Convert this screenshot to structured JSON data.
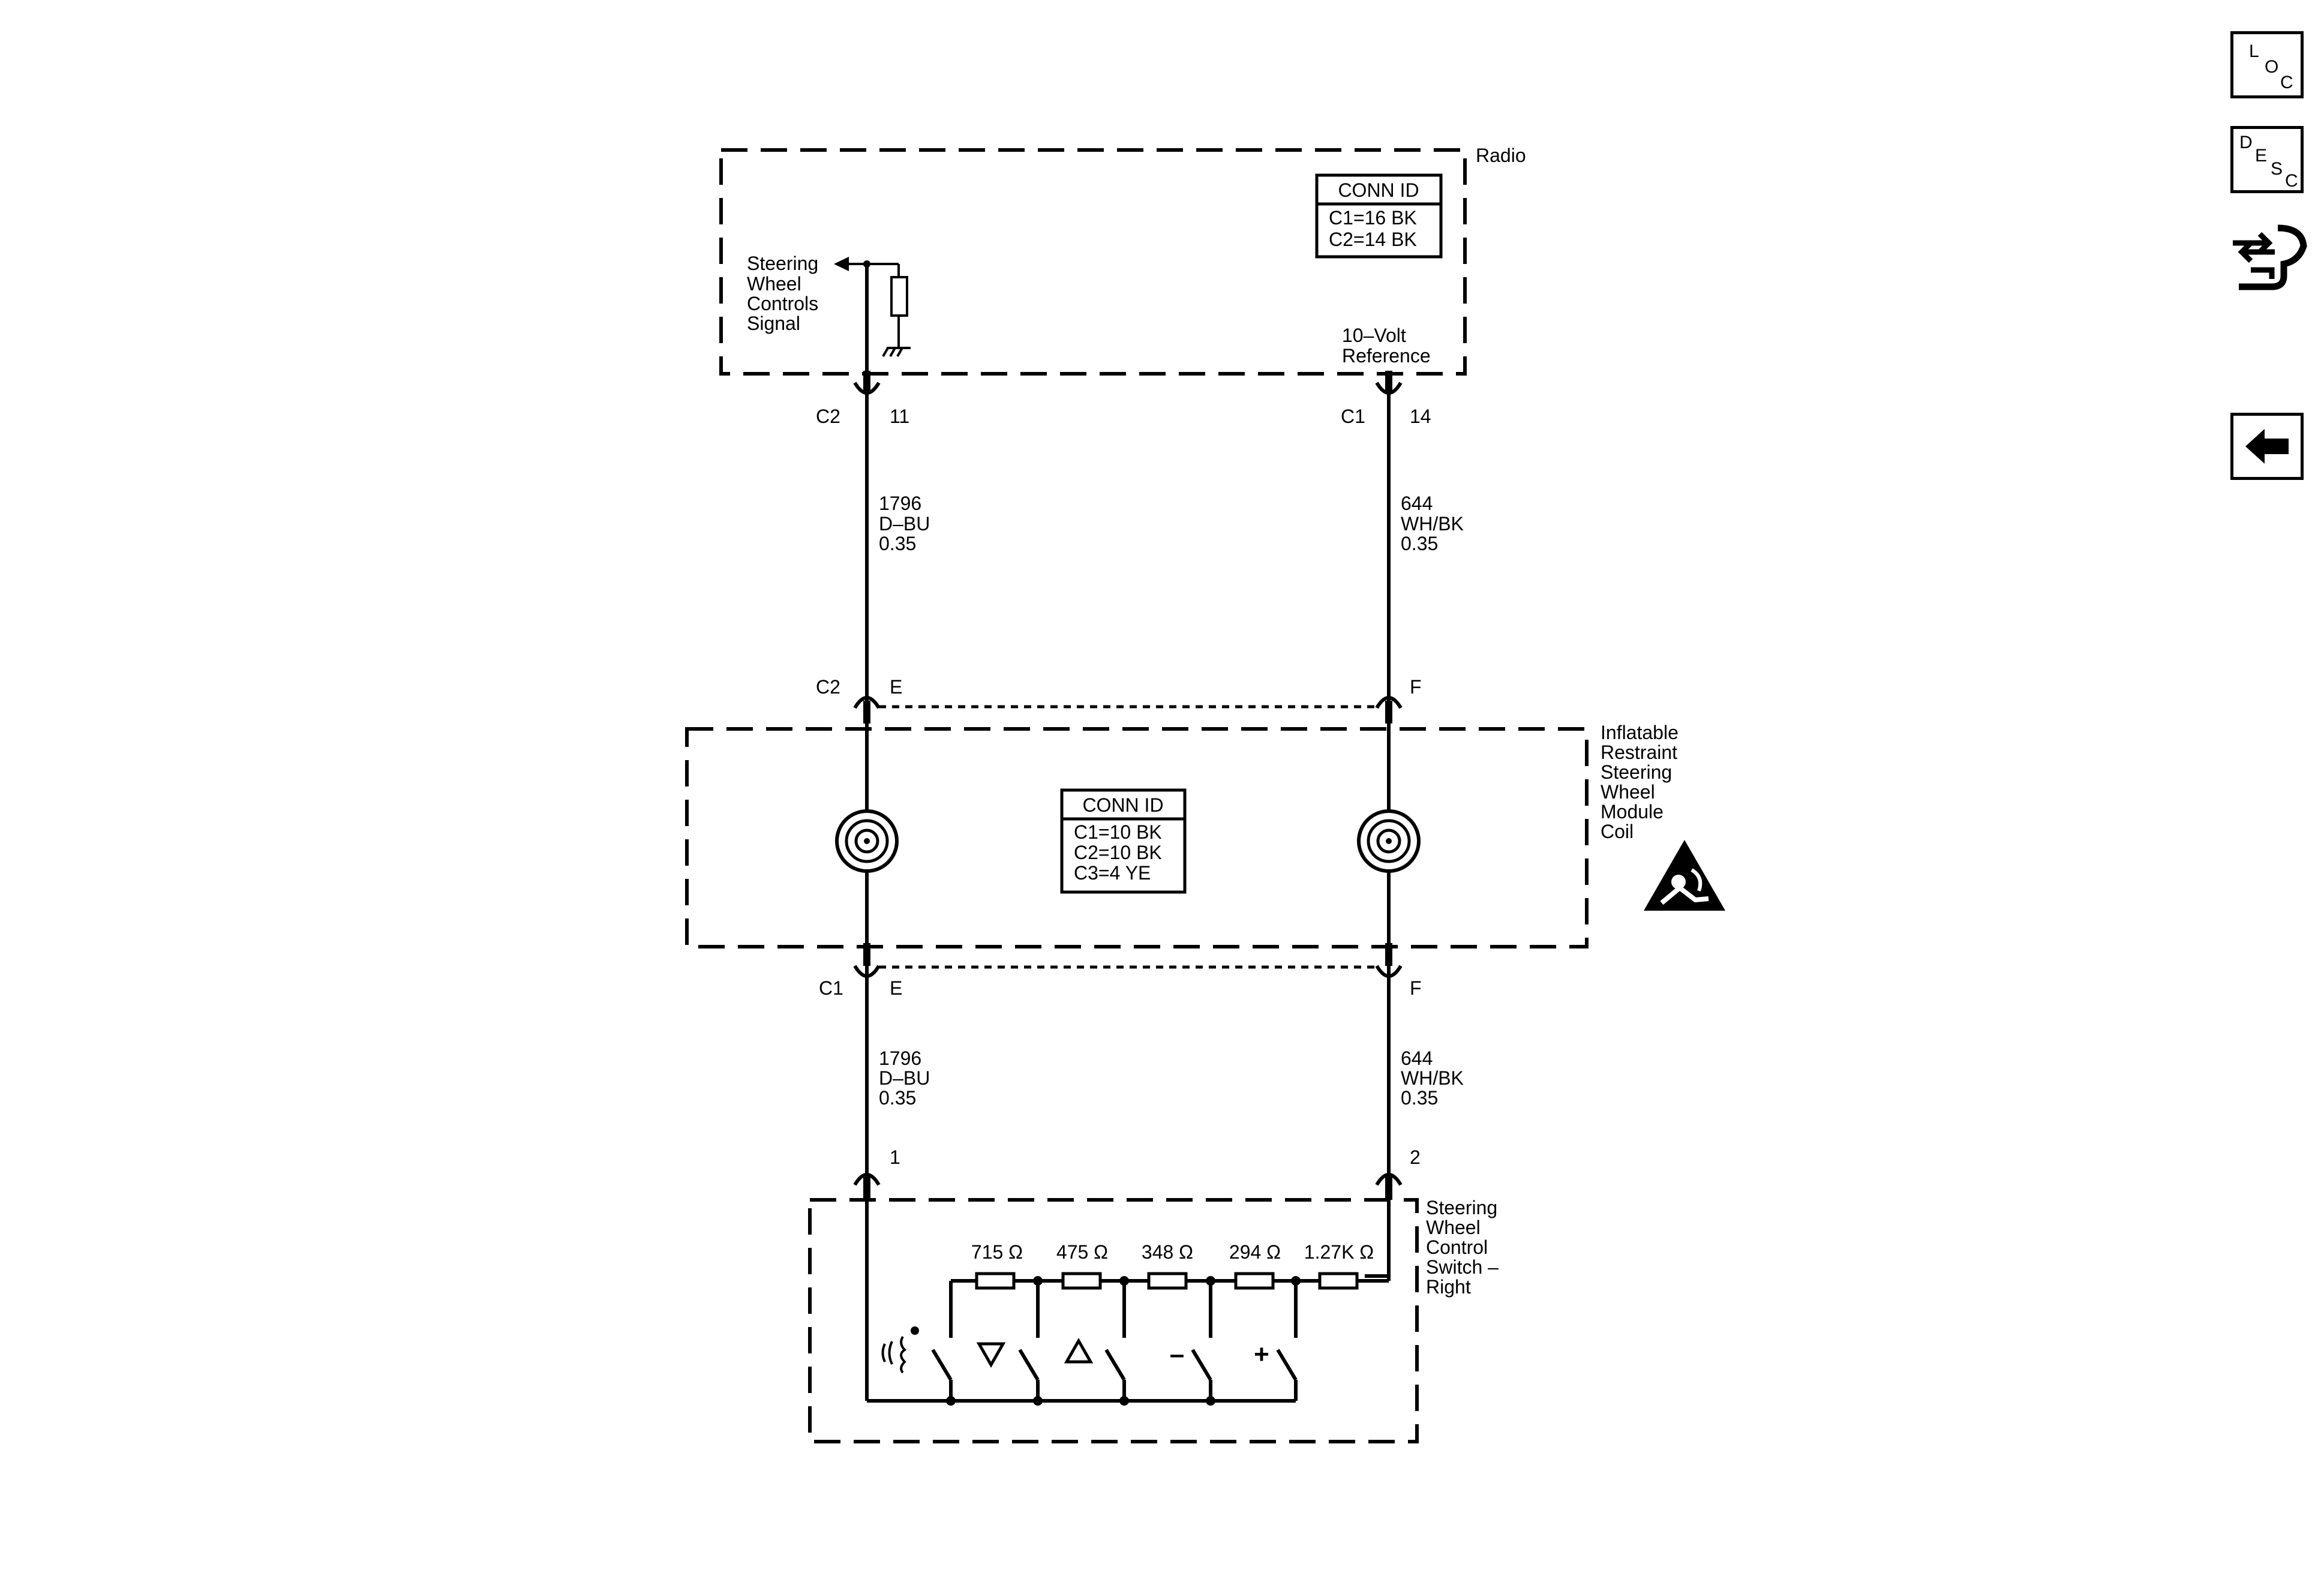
{
  "radio": {
    "title": "Radio",
    "conn_header": "CONN ID",
    "conn_lines": [
      "C1=16 BK",
      "C2=14 BK"
    ],
    "signal_label": [
      "Steering",
      "Wheel",
      "Controls",
      "Signal"
    ],
    "ref_label": [
      "10–Volt",
      "Reference"
    ]
  },
  "connectors": {
    "radio_left": {
      "conn": "C2",
      "pin": "11"
    },
    "radio_right": {
      "conn": "C1",
      "pin": "14"
    },
    "coil_top_left": {
      "conn": "C2",
      "pin": "E"
    },
    "coil_top_right": {
      "pin": "F"
    },
    "coil_bot_left": {
      "conn": "C1",
      "pin": "E"
    },
    "coil_bot_right": {
      "pin": "F"
    },
    "switch_left": {
      "pin": "1"
    },
    "switch_right": {
      "pin": "2"
    }
  },
  "wires": {
    "left_upper": [
      "1796",
      "D–BU",
      "0.35"
    ],
    "right_upper": [
      "644",
      "WH/BK",
      "0.35"
    ],
    "left_lower": [
      "1796",
      "D–BU",
      "0.35"
    ],
    "right_lower": [
      "644",
      "WH/BK",
      "0.35"
    ]
  },
  "coil": {
    "title": [
      "Inflatable",
      "Restraint",
      "Steering",
      "Wheel",
      "Module",
      "Coil"
    ],
    "conn_header": "CONN ID",
    "conn_lines": [
      "C1=10 BK",
      "C2=10 BK",
      "C3=4 YE"
    ]
  },
  "switch": {
    "title": [
      "Steering",
      "Wheel",
      "Control",
      "Switch –",
      "Right"
    ],
    "resistors": [
      "715 Ω",
      "475 Ω",
      "348 Ω",
      "294 Ω",
      "1.27K Ω"
    ],
    "buttons": [
      "voice",
      "▽",
      "△",
      "–",
      "+"
    ]
  },
  "sidebar": {
    "loc": [
      "L",
      "O",
      "C"
    ],
    "desc": [
      "D",
      "E",
      "S",
      "C"
    ]
  }
}
